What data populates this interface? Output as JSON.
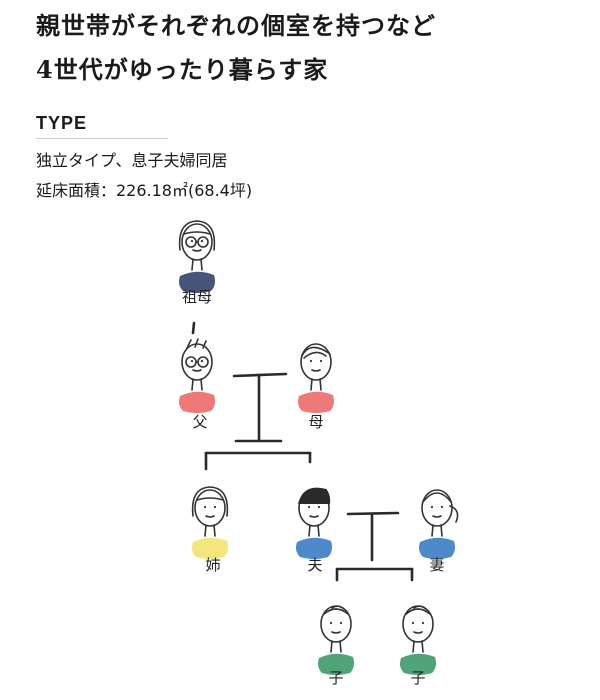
{
  "headline": {
    "line1": "親世帯がそれぞれの個室を持つなど",
    "line2": "4世代がゆったり暮らす家"
  },
  "type_section": {
    "label": "TYPE",
    "lines": [
      "独立タイプ、息子夫婦同居",
      "延床面積：226.18㎡(68.4坪)"
    ]
  },
  "members": [
    {
      "key": "grandmother",
      "label": "祖母",
      "shirt_color": "#34436b",
      "accessory": "glasses",
      "hair": "bob"
    },
    {
      "key": "father",
      "label": "父",
      "shirt_color": "#ec6a6a",
      "accessory": "glasses",
      "hair": "tuft"
    },
    {
      "key": "mother",
      "label": "母",
      "shirt_color": "#ec6a6a",
      "accessory": "none",
      "hair": "swept"
    },
    {
      "key": "sister",
      "label": "姉",
      "shirt_color": "#f3e36f",
      "accessory": "none",
      "hair": "bob"
    },
    {
      "key": "husband",
      "label": "夫",
      "shirt_color": "#3b7cc7",
      "accessory": "none",
      "hair": "dark"
    },
    {
      "key": "wife",
      "label": "妻",
      "shirt_color": "#3b7cc7",
      "accessory": "none",
      "hair": "tied"
    },
    {
      "key": "child1",
      "label": "子",
      "shirt_color": "#3e9a6b",
      "accessory": "none",
      "hair": "short"
    },
    {
      "key": "child2",
      "label": "子",
      "shirt_color": "#3e9a6b",
      "accessory": "none",
      "hair": "short"
    }
  ]
}
